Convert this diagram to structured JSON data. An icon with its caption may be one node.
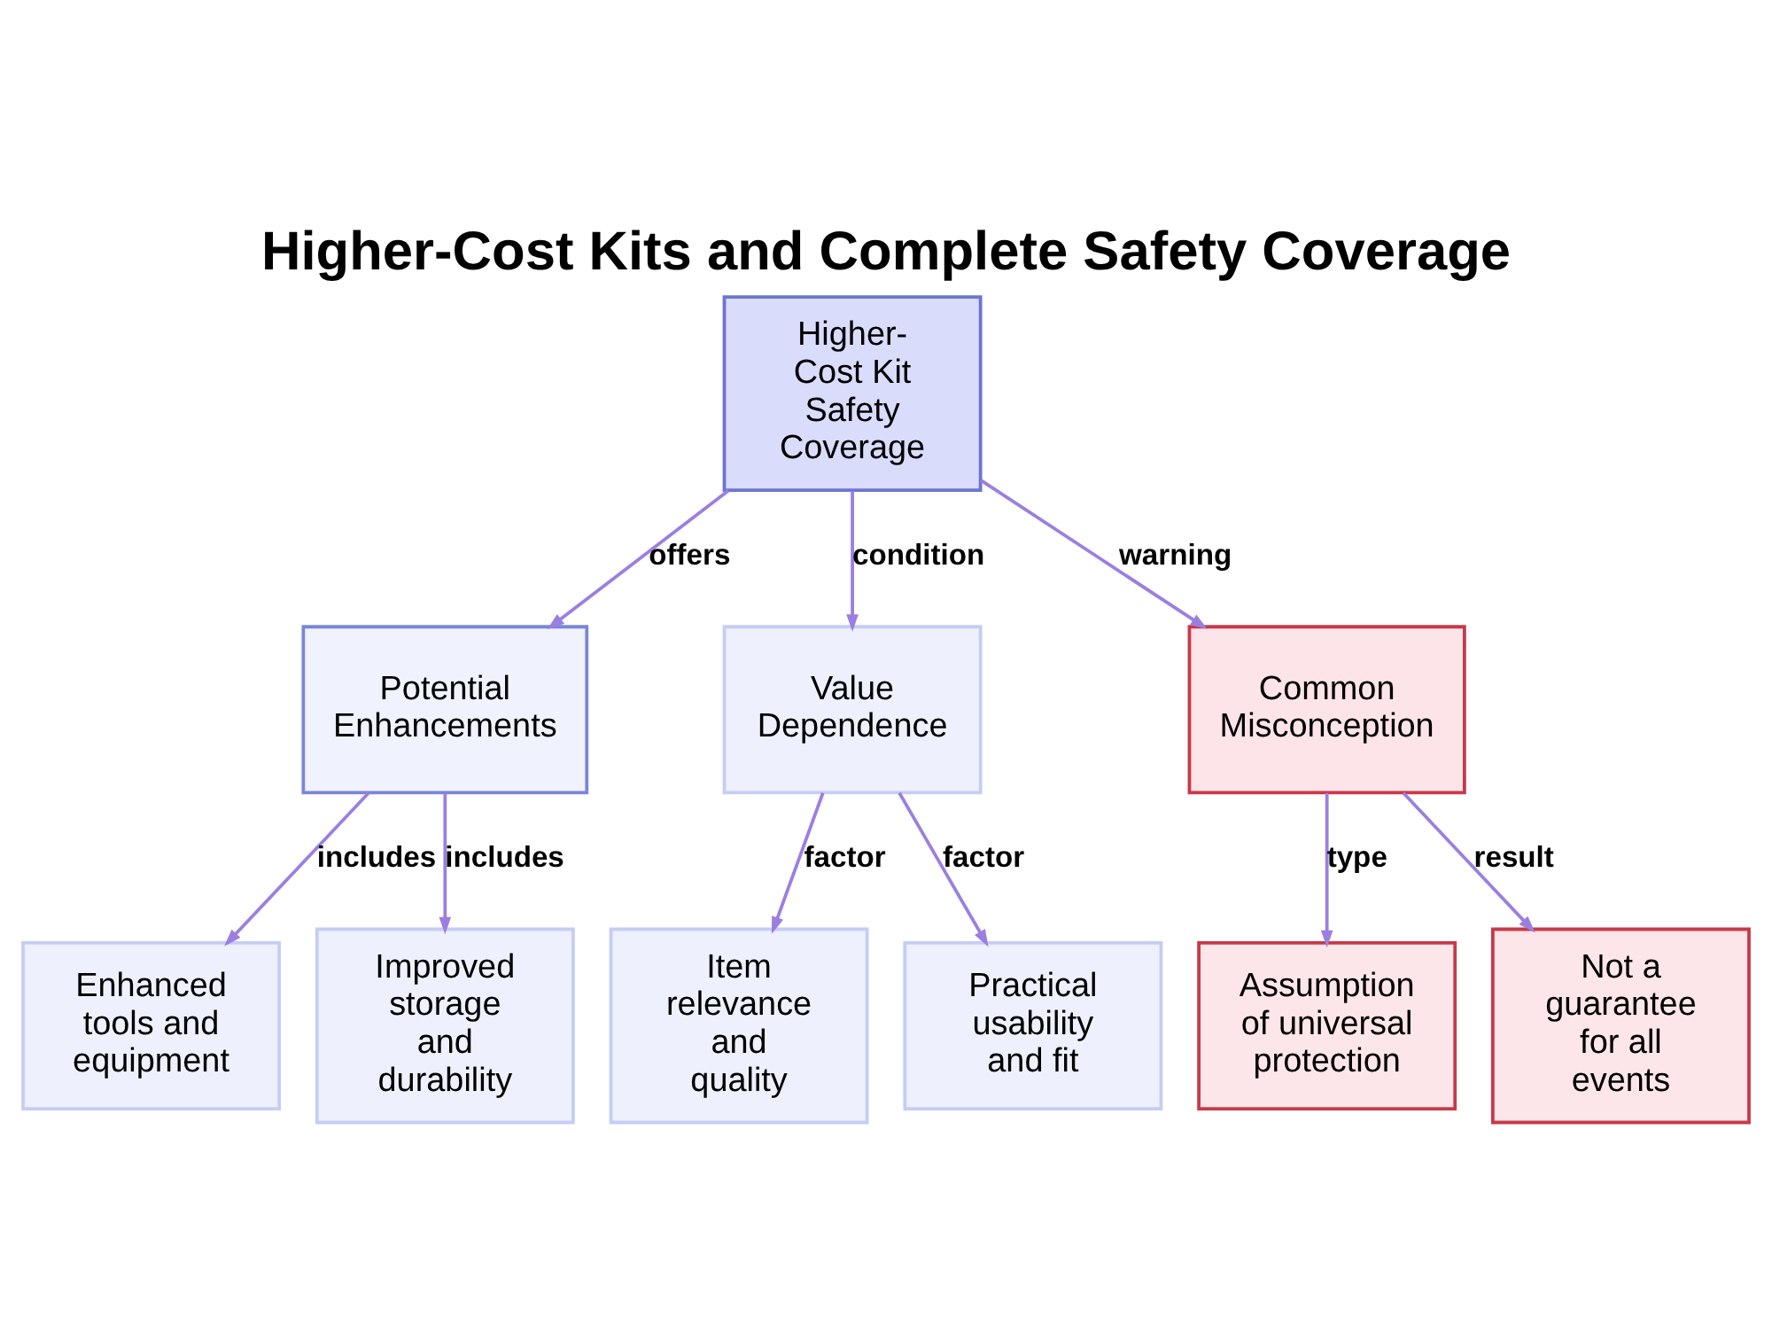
{
  "diagram": {
    "title": "Higher-Cost Kits and Complete Safety Coverage",
    "nodes": [
      {
        "text": [
          "Higher-Cost Kit Safety Coverage"
        ]
      },
      {
        "text": [
          "Potential Enhancements"
        ]
      },
      {
        "text": [
          "Value Dependence"
        ]
      },
      {
        "text": [
          "Common Misconception"
        ]
      },
      {
        "text": [
          "Enhanced tools and equipment"
        ]
      },
      {
        "text": [
          "Improved storage and durability"
        ]
      },
      {
        "text": [
          "Item relevance and quality"
        ]
      },
      {
        "text": [
          "Practical usability and fit"
        ]
      },
      {
        "text": [
          "Assumption of universal protection"
        ]
      },
      {
        "text": [
          "Not a guarantee for all events"
        ]
      }
    ],
    "edges": [
      {
        "from": 0,
        "to": 1,
        "arrow": "to",
        "label": "offers"
      },
      {
        "from": 0,
        "to": 2,
        "arrow": "to",
        "label": "condition"
      },
      {
        "from": 0,
        "to": 3,
        "arrow": "to",
        "label": "warning"
      },
      {
        "from": 1,
        "to": 4,
        "arrow": "to",
        "label": "includes"
      },
      {
        "from": 1,
        "to": 5,
        "arrow": "to",
        "label": "includes"
      },
      {
        "from": 2,
        "to": 6,
        "arrow": "to",
        "label": "factor"
      },
      {
        "from": 2,
        "to": 7,
        "arrow": "to",
        "label": "factor"
      },
      {
        "from": 3,
        "to": 8,
        "arrow": "to",
        "label": "type"
      },
      {
        "from": 3,
        "to": 9,
        "arrow": "to",
        "label": "result"
      }
    ]
  }
}
